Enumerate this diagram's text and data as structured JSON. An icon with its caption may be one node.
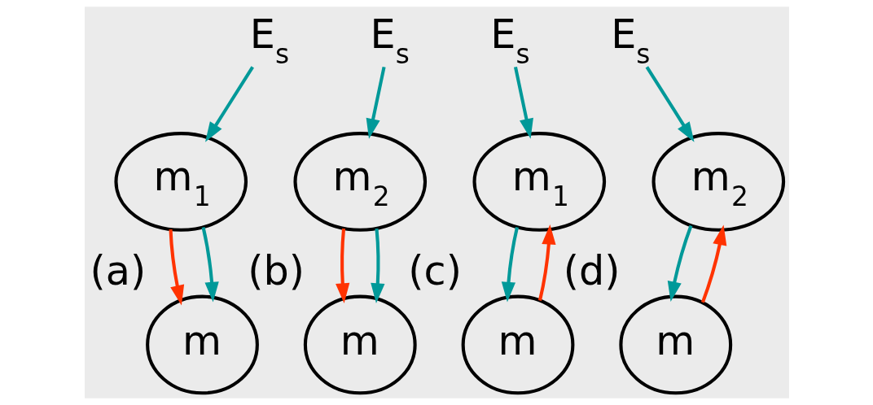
{
  "diagram": {
    "nodes": [
      {
        "text": [
          "E$_{s}$"
        ]
      },
      {
        "text": [
          "m$_{1}$"
        ]
      },
      {
        "text": [
          "m"
        ],
        "beside": [
          "(a)"
        ]
      },
      {
        "text": [
          "E$_{s}$"
        ]
      },
      {
        "text": [
          "m$_{2}$"
        ]
      },
      {
        "text": [
          "m"
        ],
        "beside": [
          "(b)"
        ]
      },
      {
        "text": [
          "E$_{s}$"
        ]
      },
      {
        "text": [
          "m$_{1}$"
        ]
      },
      {
        "text": [
          "m"
        ],
        "beside": [
          "(c)"
        ]
      },
      {
        "text": [
          "E$_{s}$"
        ]
      },
      {
        "text": [
          "m$_{2}$"
        ]
      },
      {
        "text": [
          "m"
        ],
        "beside": [
          "(d)"
        ]
      }
    ],
    "edges": [
      {
        "from": 0,
        "to": 1,
        "arrow": "to"
      },
      {
        "from": 1,
        "to": 2,
        "arrow": "to",
        "color": "#ff3300"
      },
      {
        "from": 1,
        "to": 2,
        "arrow": "to"
      },
      {
        "from": 3,
        "to": 4,
        "arrow": "to"
      },
      {
        "from": 4,
        "to": 5,
        "arrow": "to",
        "color": "#ff3300"
      },
      {
        "from": 4,
        "to": 5,
        "arrow": "to"
      },
      {
        "from": 6,
        "to": 7,
        "arrow": "to"
      },
      {
        "from": 8,
        "to": 7,
        "arrow": "to",
        "color": "#ff3300"
      },
      {
        "from": 7,
        "to": 8,
        "arrow": "to"
      },
      {
        "from": 9,
        "to": 10,
        "arrow": "to"
      },
      {
        "from": 11,
        "to": 10,
        "arrow": "to",
        "color": "#ff3300"
      },
      {
        "from": 10,
        "to": 11,
        "arrow": "to"
      }
    ]
  }
}
